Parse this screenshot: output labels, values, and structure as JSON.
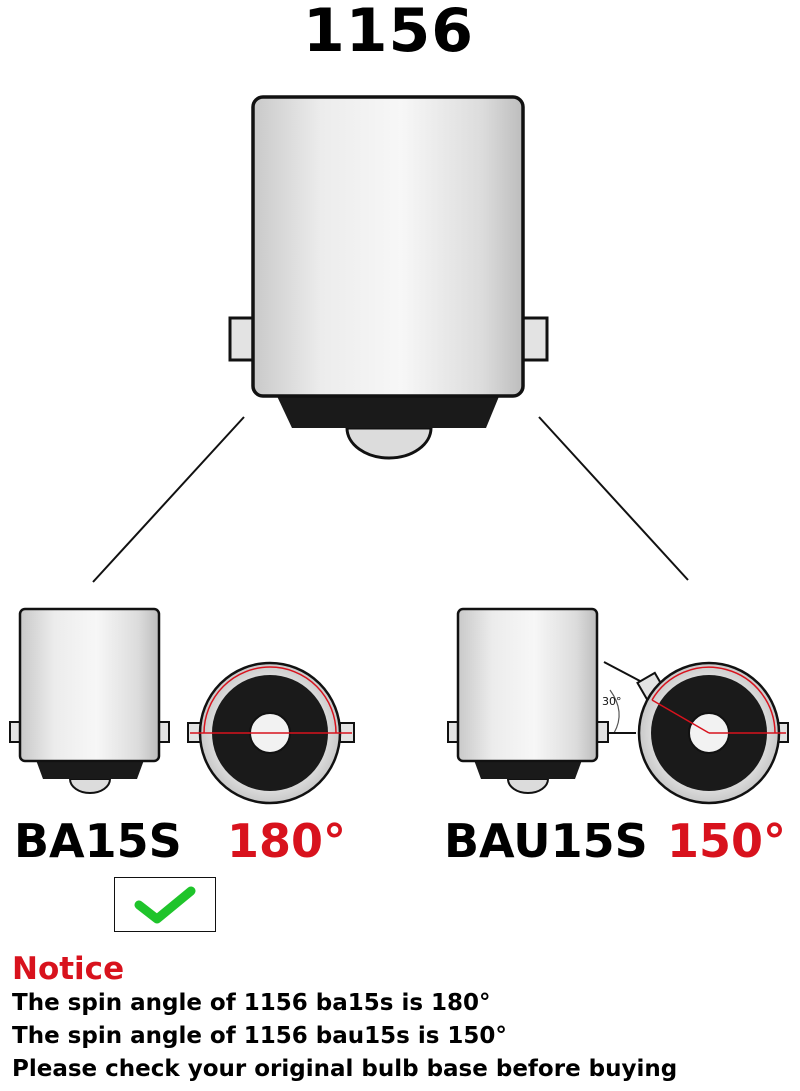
{
  "title": "1156",
  "variants": [
    {
      "base": "BA15S",
      "angle": "180°",
      "selected": true
    },
    {
      "base": "BAU15S",
      "angle": "150°",
      "selected": false
    }
  ],
  "pin_offset_label": "30°",
  "notice": {
    "heading": "Notice",
    "lines": [
      "The spin angle of 1156 ba15s is 180°",
      "The spin angle of 1156 bau15s is 150°",
      "Please check your original bulb base before buying"
    ]
  },
  "colors": {
    "accent_red": "#d8121d",
    "check_green": "#1fc42b"
  }
}
